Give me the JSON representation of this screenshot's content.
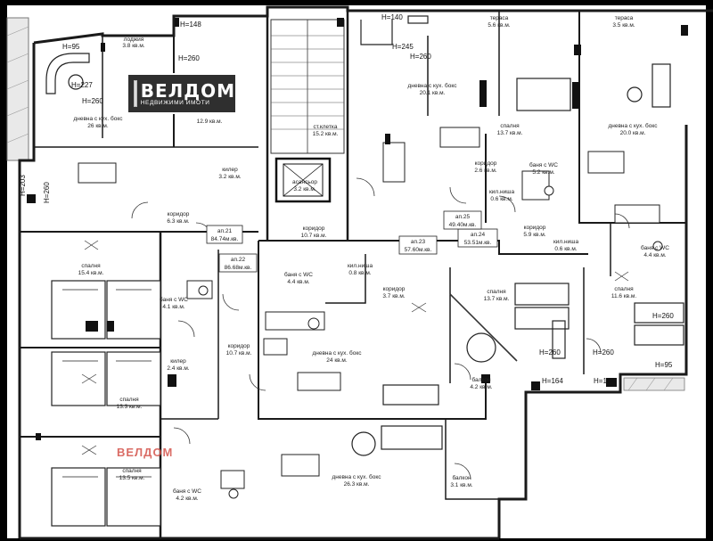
{
  "logo": {
    "brand": "ВЕЛДОМ",
    "sub": "НЕДВИЖИМИ ИМОТИ"
  },
  "watermark": "ВЕЛДОМ",
  "heights": {
    "h148": "H=148",
    "h95a": "H=95",
    "h227": "H=227",
    "h260a": "H=260",
    "h260b": "H=260",
    "h140": "H=140",
    "h245": "H=245",
    "h260c": "H=260",
    "h203": "H=203",
    "h260d": "H=260",
    "h260e": "H=260",
    "h260f": "H=260",
    "h260g": "H=260",
    "h95b": "H=95",
    "h164a": "H=164",
    "h164b": "H=164"
  },
  "rooms": {
    "loggia": {
      "name": "лоджия",
      "area": "3.8 кв.м."
    },
    "living_nw": {
      "name": "дневна с кух. бокс",
      "area": "26 кв.м."
    },
    "small_a": {
      "area": "12.9 кв.м."
    },
    "keeper_1": {
      "name": "килер",
      "area": "3.2 кв.м."
    },
    "corridor_w": {
      "name": "коридор",
      "area": "6.3 кв.м."
    },
    "stair": {
      "name": "ст.клетка",
      "area": "15.2 кв.м."
    },
    "elevator": {
      "name": "асансьор",
      "area": "3.2 кв.м."
    },
    "corridor_c": {
      "name": "коридор",
      "area": "10.7 кв.м."
    },
    "terrace_1": {
      "name": "тераса",
      "area": "5.6 кв.м."
    },
    "terrace_2": {
      "name": "тераса",
      "area": "3.5 кв.м."
    },
    "living_n": {
      "name": "дневна с кух. бокс",
      "area": "20.1 кв.м."
    },
    "bed_n": {
      "name": "спалня",
      "area": "13.7 кв.м."
    },
    "living_ne": {
      "name": "дневна с кух. бокс",
      "area": "20.0 кв.м."
    },
    "corridor_n": {
      "name": "коридор",
      "area": "2.6 кв.м."
    },
    "bath_n": {
      "name": "баня с WC",
      "area": "5.2 кв.м."
    },
    "niche_n": {
      "name": "кил.ниша",
      "area": "0.6 кв.м."
    },
    "corridor_e": {
      "name": "коридор",
      "area": "5.9 кв.м."
    },
    "niche_e": {
      "name": "кил.ниша",
      "area": "0.6 кв.м."
    },
    "bath_e": {
      "name": "баня с WC",
      "area": "4.4 кв.м."
    },
    "bed_w1": {
      "name": "спалня",
      "area": "15.4 кв.м."
    },
    "bath_w": {
      "name": "баня с WC",
      "area": "4.1 кв.м."
    },
    "keeper_2": {
      "name": "килер",
      "area": "2.4 кв.м."
    },
    "bed_w2": {
      "name": "спалня",
      "area": "13.3 кв.м."
    },
    "corridor_c2": {
      "name": "коридор",
      "area": "10.7 кв.м."
    },
    "bath_c": {
      "name": "баня с WC",
      "area": "4.4 кв.м."
    },
    "niche_c": {
      "name": "кил.ниша",
      "area": "0.8 кв.м."
    },
    "corridor_c3": {
      "name": "коридор",
      "area": "3.7 кв.м."
    },
    "bed_c": {
      "name": "спалня",
      "area": "13.7 кв.м."
    },
    "bed_e": {
      "name": "спалня",
      "area": "11.6 кв.м."
    },
    "living_c": {
      "name": "дневна с кух. бокс",
      "area": "24 кв.м."
    },
    "balcony_c": {
      "name": "балкон",
      "area": "4.2 кв.м."
    },
    "bed_sw": {
      "name": "спалня",
      "area": "13.5 кв.м."
    },
    "bath_sw": {
      "name": "баня с WC",
      "area": "4.2 кв.м."
    },
    "living_s": {
      "name": "дневна с кух. бокс",
      "area": "26.3 кв.м."
    },
    "balcony_s": {
      "name": "балкон",
      "area": "3.1 кв.м."
    }
  },
  "apartments": {
    "ap21": {
      "name": "ап.21",
      "area": "84.74м.кв."
    },
    "ap22": {
      "name": "ап.22",
      "area": "86.68м.кв."
    },
    "ap23": {
      "name": "ап.23",
      "area": "57.60м.кв."
    },
    "ap24": {
      "name": "ап.24",
      "area": "53.51м.кв."
    },
    "ap25": {
      "name": "ап.25",
      "area": "49.40м.кв."
    }
  },
  "colors": {
    "wall": "#1a1a1a",
    "paper": "#ffffff",
    "frame": "#000000",
    "watermark": "#d4534b"
  }
}
